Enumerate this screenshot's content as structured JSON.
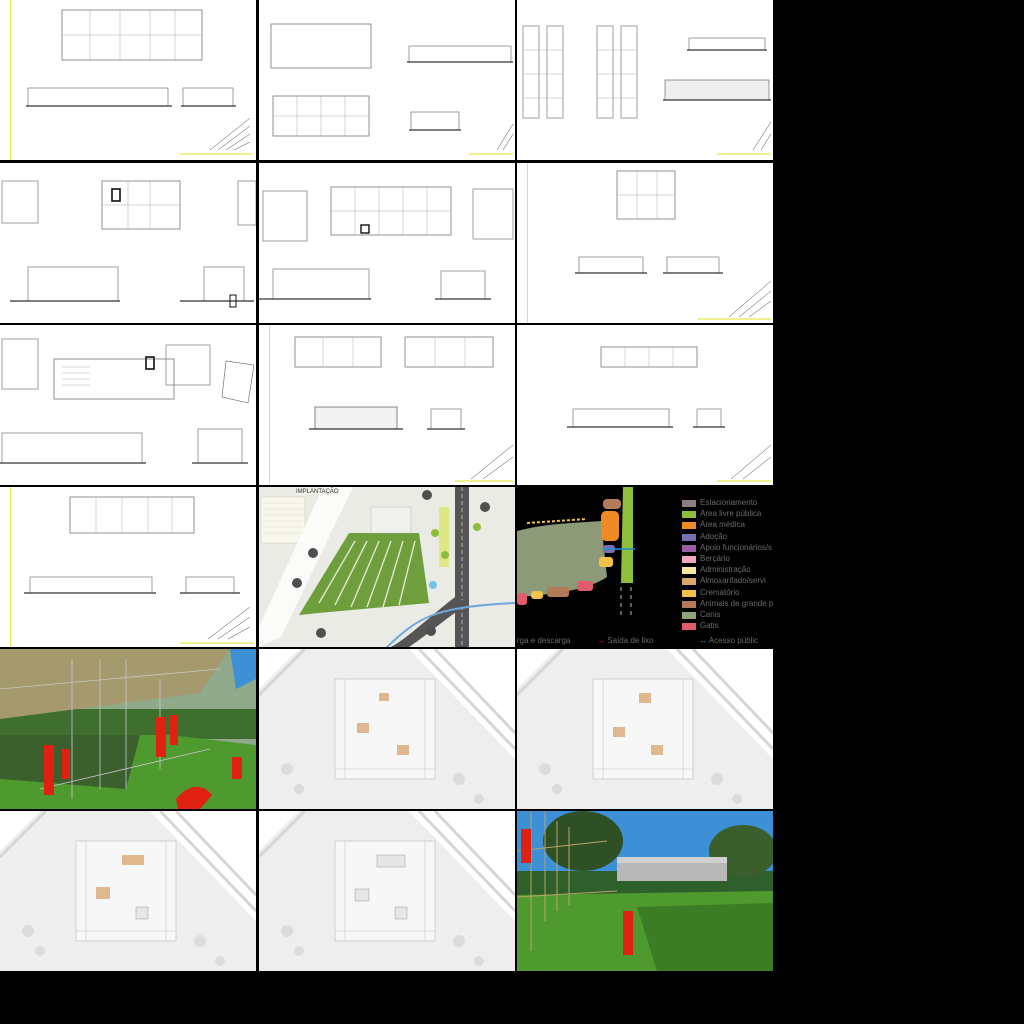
{
  "sheet_title": "IMPLANTAÇÃO",
  "legend": [
    {
      "label": "Estacionamento",
      "color": "#8c7f80"
    },
    {
      "label": "Área livre pública",
      "color": "#8fbf3a"
    },
    {
      "label": "Área médica",
      "color": "#f08a24"
    },
    {
      "label": "Adoção",
      "color": "#7a6fb0"
    },
    {
      "label": "Apoio funcionários/s",
      "color": "#9a5fa0"
    },
    {
      "label": "Berçário",
      "color": "#f2a8c0"
    },
    {
      "label": "Administração",
      "color": "#f5e6a0"
    },
    {
      "label": "Almoxarifado/servi",
      "color": "#d9a76a"
    },
    {
      "label": "Crematório",
      "color": "#f3c14a"
    },
    {
      "label": "Animais de grande p",
      "color": "#b37a5a"
    },
    {
      "label": "Canis",
      "color": "#8fa27a"
    },
    {
      "label": "Gatis",
      "color": "#e05b6b"
    }
  ],
  "flows": [
    {
      "label": "rga e descarga"
    },
    {
      "label": "Saída de lixo",
      "color": "#d02020"
    },
    {
      "label": "Acesso públic",
      "color": "#1e8fd0"
    }
  ],
  "colors": {
    "grass": "#4f9a2e",
    "sky": "#3d8fd6",
    "figure": "#e02010",
    "drawing_yellow": "#e8e84a"
  }
}
